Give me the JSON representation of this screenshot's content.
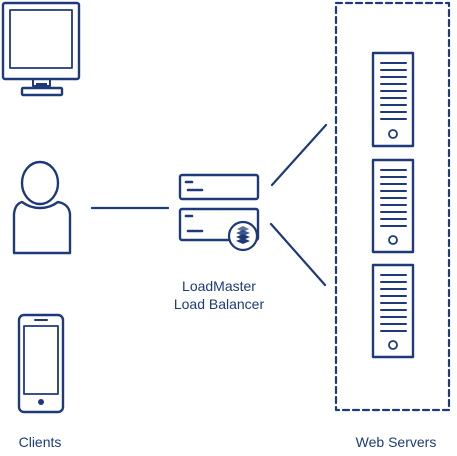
{
  "labels": {
    "clients": "Clients",
    "load_balancer_line1": "LoadMaster",
    "load_balancer_line2": "Load Balancer",
    "web_servers": "Web Servers"
  },
  "colors": {
    "stroke": "#1e3a7a",
    "text": "#1e3a7a",
    "background": "#ffffff"
  },
  "icons": {
    "clients": [
      "monitor-icon",
      "user-icon",
      "mobile-phone-icon"
    ],
    "load_balancer": "load-balancer-icon",
    "server": "server-icon",
    "server_count": 3
  }
}
